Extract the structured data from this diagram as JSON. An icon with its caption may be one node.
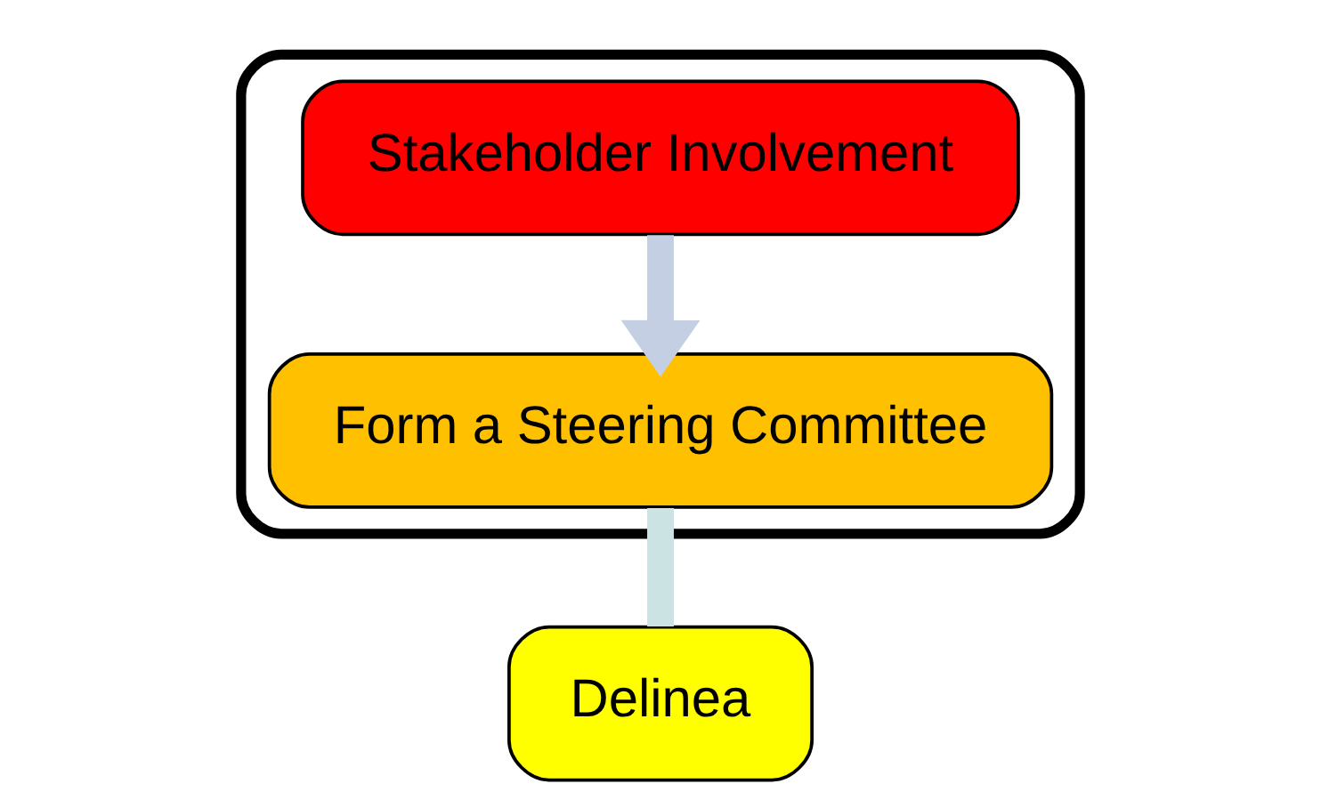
{
  "diagram": {
    "nodes": [
      {
        "text": [],
        "shape": "ellipse"
      },
      {
        "text": [
          "Stakeholder Involvement"
        ],
        "in": 0
      },
      {
        "text": [
          "Form a Steering Committee"
        ],
        "in": 0
      },
      {
        "text": [
          "Delinea"
        ]
      }
    ],
    "edges": [
      {
        "from": 1,
        "to": 2,
        "arrow": "to",
        "color": "#c5cfe3"
      },
      {
        "from": 2,
        "to": 3,
        "arrow": "none",
        "color": "#cce3e3"
      }
    ]
  }
}
